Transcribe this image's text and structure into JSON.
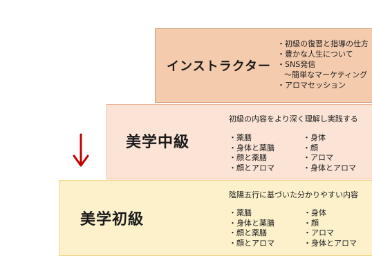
{
  "colors": {
    "top_fill": "#f5cbad",
    "mid_fill": "#fbe3d5",
    "bottom_fill": "#fdf1cc",
    "arrow": "#c00000"
  },
  "arrow_icon": "down-arrow-icon",
  "tiers": {
    "top": {
      "title": "インストラクター",
      "items": [
        "・初級の復習と指導の仕方",
        "・豊かな人生について",
        "・SNS発信",
        "〜簡単なマーケティング",
        "・アロマセッション"
      ]
    },
    "mid": {
      "title": "美学中級",
      "description": "初級の内容をより深く理解し実践する",
      "left_items": [
        "・薬膳",
        "・身体と薬膳",
        "・顔と薬膳",
        "・顔とアロマ"
      ],
      "right_items": [
        "・身体",
        "・顔",
        "・アロマ",
        "・身体とアロマ"
      ]
    },
    "bottom": {
      "title": "美学初級",
      "description": "陰陽五行に基づいた分かりやすい内容",
      "left_items": [
        "・薬膳",
        "・身体と薬膳",
        "・顔と薬膳",
        "・顔とアロマ"
      ],
      "right_items": [
        "・身体",
        "・顔",
        "・アロマ",
        "・身体とアロマ"
      ]
    }
  }
}
